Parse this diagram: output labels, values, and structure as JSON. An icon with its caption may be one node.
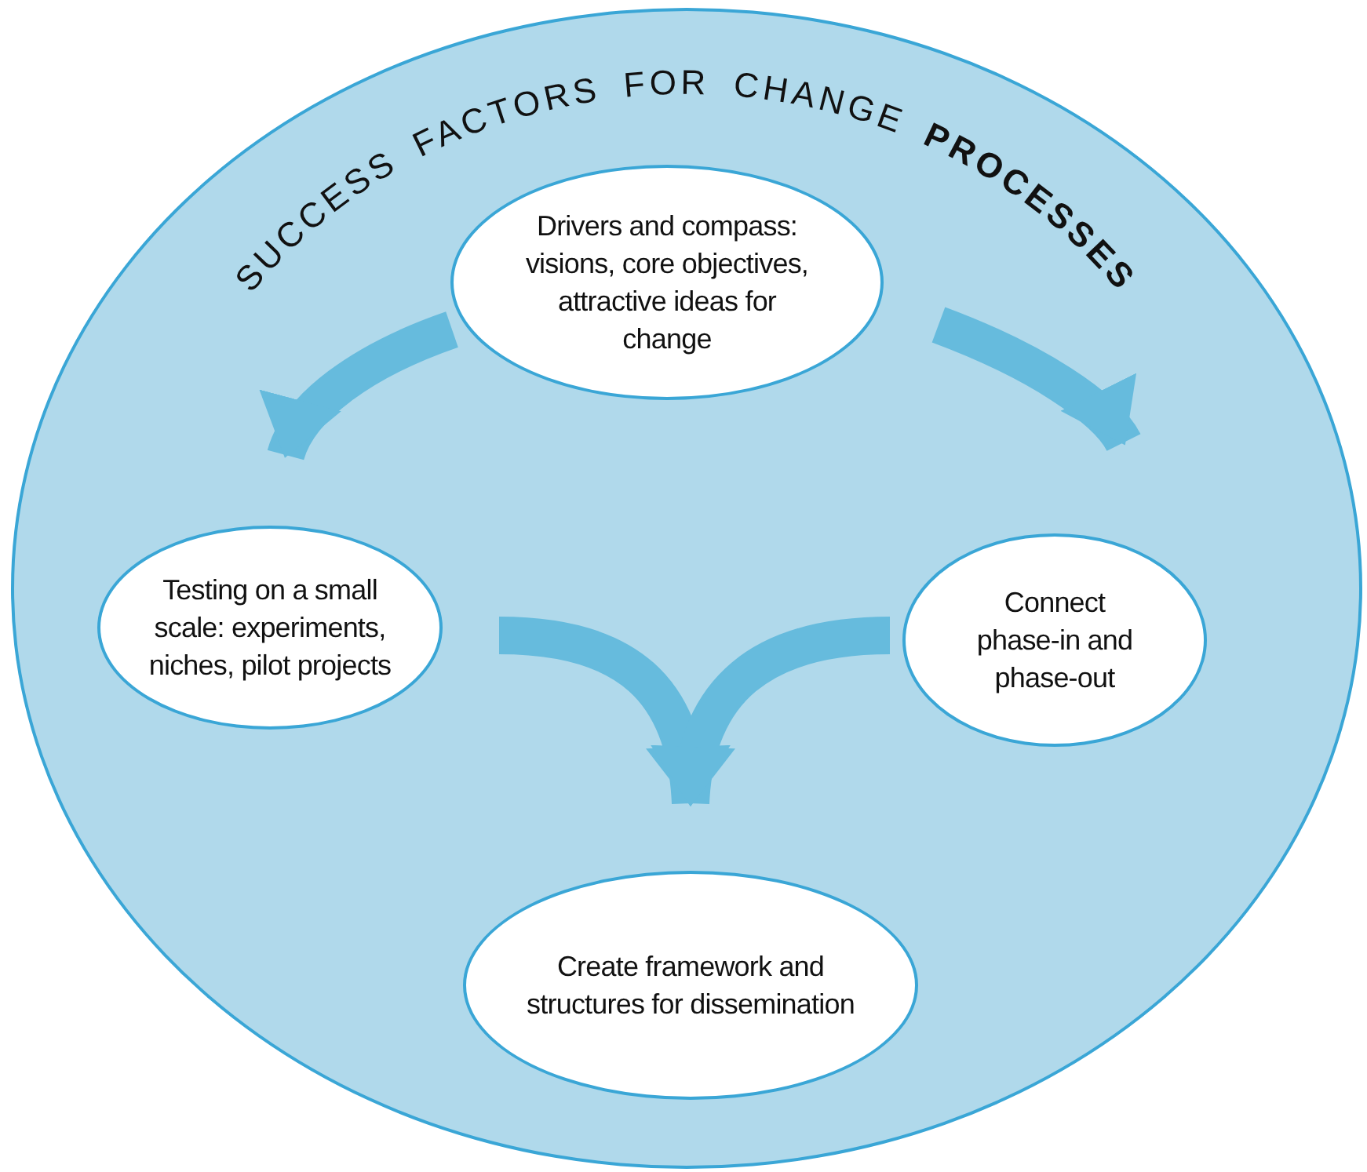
{
  "diagram": {
    "title": "SUCCESS FACTORS FOR CHANGE **PROCESSES**",
    "nodes": [
      {
        "text": [
          "Drivers and compass: visions, core objectives, attractive ideas for change"
        ]
      },
      {
        "text": [
          "Testing on a small scale: experiments, niches, pilot projects"
        ]
      },
      {
        "text": [
          "Connect phase-in and phase-out"
        ]
      },
      {
        "text": [
          "Create framework and structures for dissemination"
        ]
      }
    ],
    "edges": [
      {
        "from": 0,
        "to": 1,
        "arrow": "to"
      },
      {
        "from": 0,
        "to": 2,
        "arrow": "to"
      },
      {
        "from": 1,
        "to": 3,
        "arrow": "to"
      },
      {
        "from": 2,
        "to": 3,
        "arrow": "to"
      }
    ]
  }
}
